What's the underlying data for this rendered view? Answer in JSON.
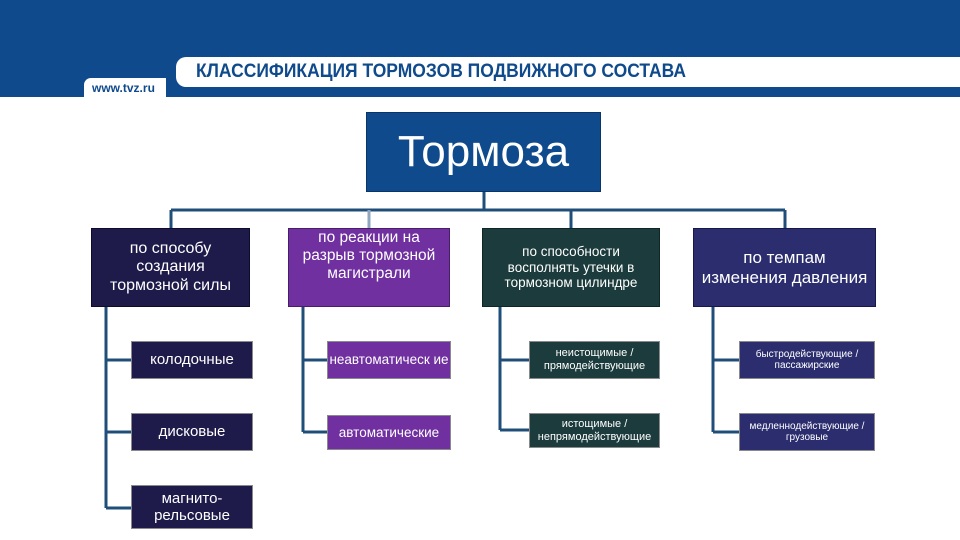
{
  "header": {
    "title": "КЛАССИФИКАЦИЯ ТОРМОЗОВ ПОДВИЖНОГО СОСТАВА",
    "website": "www.tvz.ru"
  },
  "colors": {
    "brand_blue": "#0f4a8c",
    "navy": "#1e1b4b",
    "purple": "#7030a0",
    "dark_teal": "#1c3b3c",
    "indigo": "#2b2d6e",
    "connector": "#1f4e79"
  },
  "diagram": {
    "root": "Тормоза",
    "categories": [
      {
        "label": "по способу создания тормозной силы",
        "items": [
          "колодочные",
          "дисковые",
          "магнито-рельсовые"
        ]
      },
      {
        "label": "по реакции на разрыв тормозной магистрали",
        "items": [
          "неавтоматическ ие",
          "автоматические"
        ]
      },
      {
        "label": "по способности восполнять утечки в тормозном цилиндре",
        "items": [
          "неистощимые / прямодействующие",
          "истощимые / непрямодействующие"
        ]
      },
      {
        "label": "по темпам изменения давления",
        "items": [
          "быстродействующие / пассажирские",
          "медленнодействующие / грузовые"
        ]
      }
    ]
  }
}
